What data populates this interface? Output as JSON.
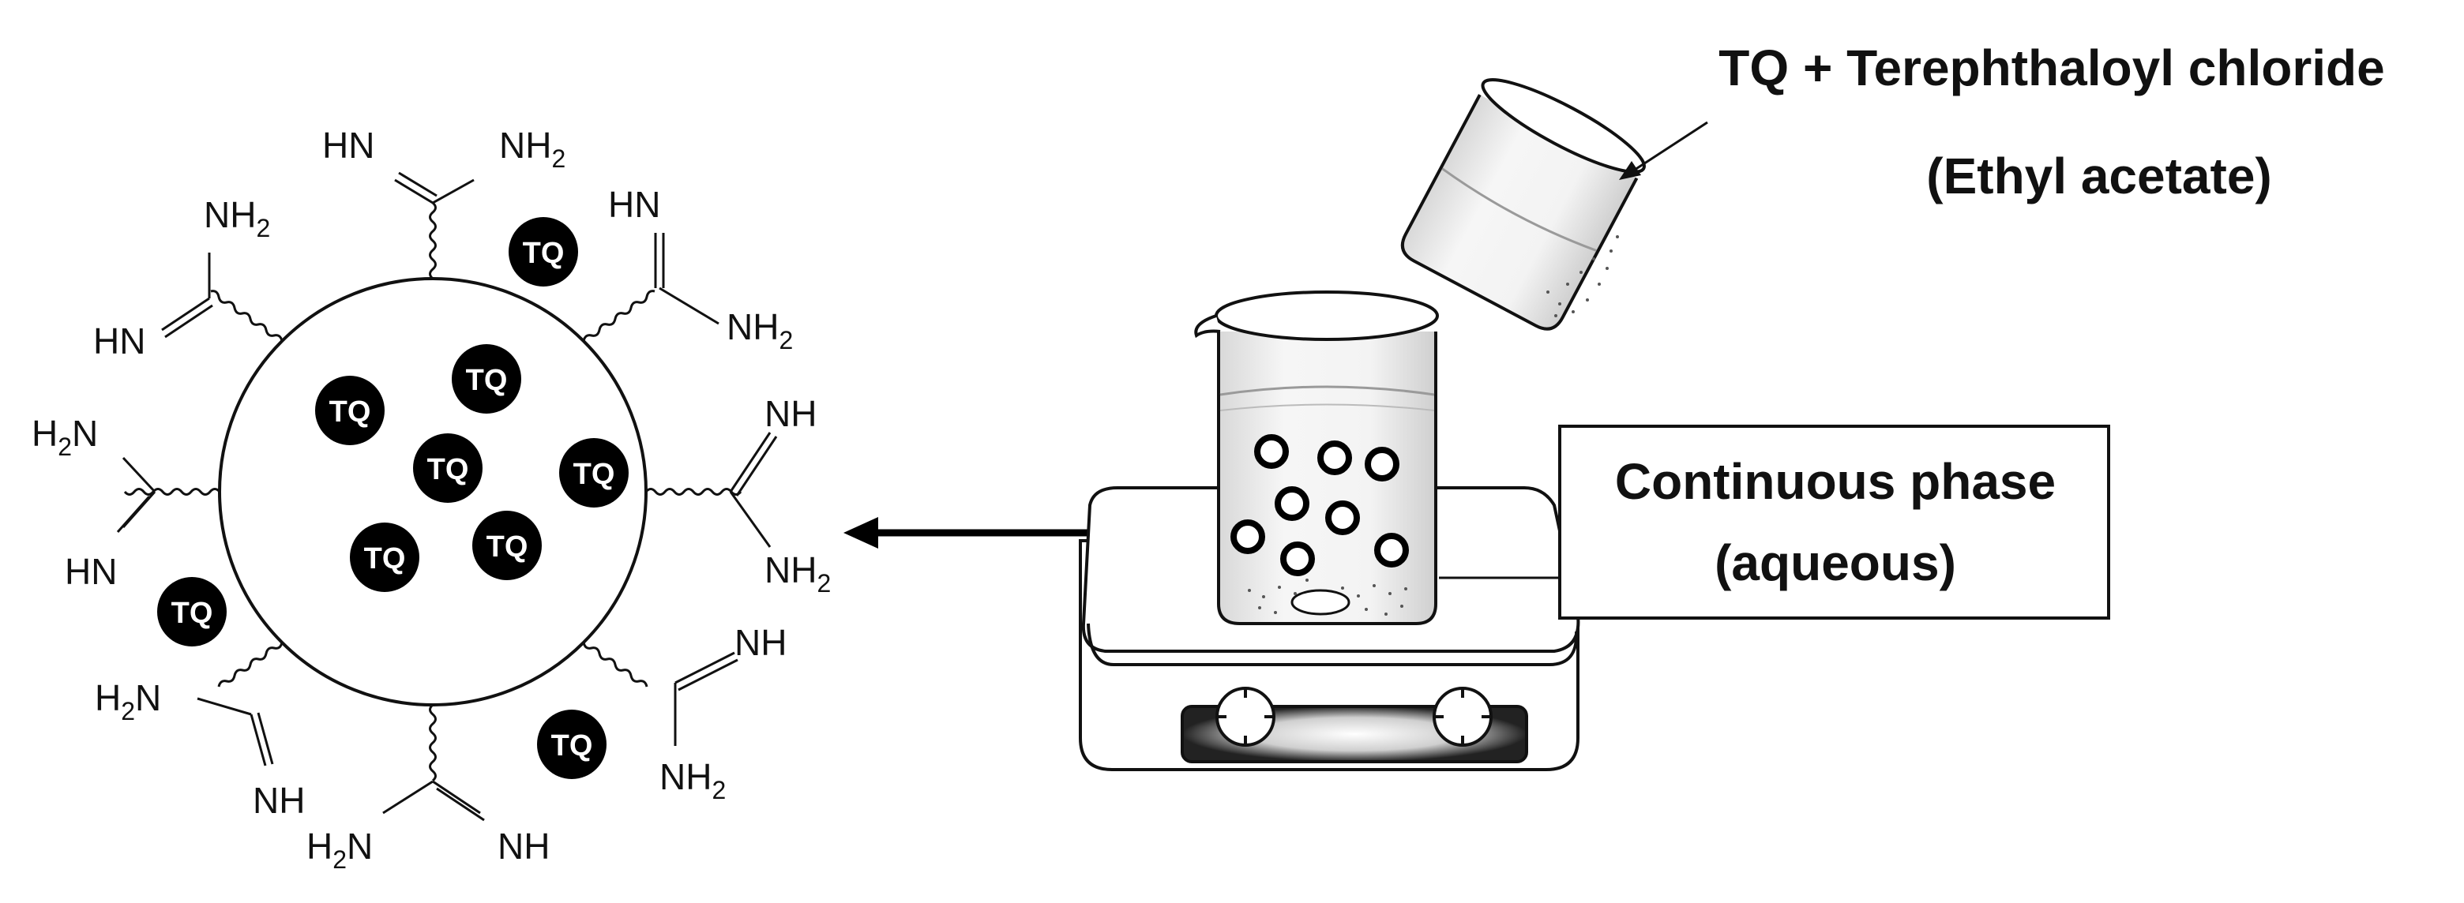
{
  "tq_label": "TQ",
  "reagent": {
    "line1": "TQ + Terephthaloyl chloride",
    "line2": "(Ethyl acetate)"
  },
  "phase_box": {
    "line1": "Continuous phase",
    "line2": "(aqueous)"
  },
  "groups": {
    "HN": "HN",
    "NH": "NH",
    "NH2": "NH",
    "H2N_H": "H",
    "H2N_N": "N",
    "two": "2"
  }
}
